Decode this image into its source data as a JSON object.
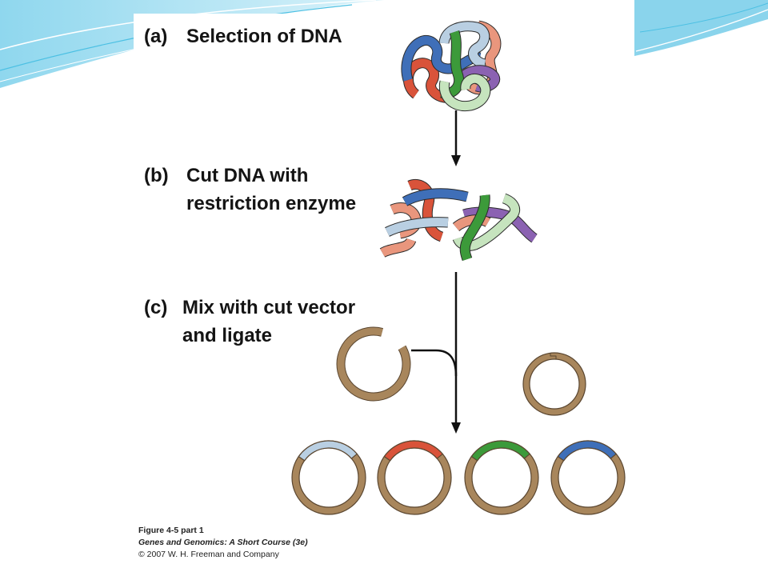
{
  "figure": {
    "steps": [
      {
        "label": "(a)",
        "text": [
          "Selection of DNA"
        ]
      },
      {
        "label": "(b)",
        "text": [
          "Cut DNA with",
          "restriction enzyme"
        ]
      },
      {
        "label": "(c)",
        "text": [
          "Mix with cut vector",
          "and ligate"
        ]
      }
    ],
    "caption": {
      "figure": "Figure 4-5 part 1",
      "book": "Genes and Genomics: A Short Course (3e)",
      "copyright": "© 2007 W. H. Freeman and Company"
    }
  },
  "colors": {
    "slide_accent": "#4cc0e3",
    "slide_accent_light": "#c4eaf6",
    "panel": "#ffffff",
    "dna_red": "#d9533a",
    "dna_blue": "#3f6fb8",
    "dna_light_blue": "#b9cfe2",
    "dna_salmon": "#e9967d",
    "dna_green": "#3c9a3a",
    "dna_light_green": "#c6e4be",
    "dna_purple": "#8b62b2",
    "vector": "#a8865c",
    "vector_outline": "#5a4630",
    "arrow": "#111111"
  }
}
